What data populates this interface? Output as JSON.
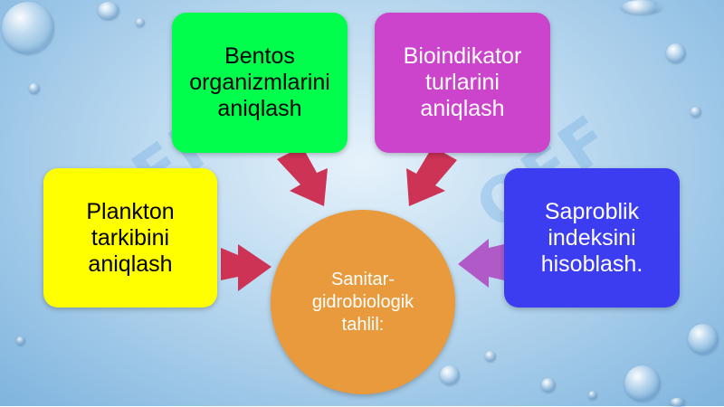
{
  "diagram": {
    "center": {
      "text": "Sanitar-\ngidrobiologik\ntahlil:",
      "color": "#e89a3c"
    },
    "boxes": [
      {
        "id": "plankton",
        "text": "Plankton\ntarkibini\naniqlash",
        "color": "#ffff00"
      },
      {
        "id": "bentos",
        "text": "Bentos\norganizmlarini\naniqlash",
        "color": "#00ff4c"
      },
      {
        "id": "bioindikator",
        "text": "Bioindikator\nturlarini\naniqlash",
        "color": "#cc44cc"
      },
      {
        "id": "saproblik",
        "text": "Saproblik\nindeksini\nhisoblash.",
        "color": "#3c3cf0"
      }
    ],
    "arrow_colors": {
      "plankton": "#cc3355",
      "bentos": "#cc3355",
      "bioindikator": "#cc3355",
      "saproblik": "#b05ac8"
    }
  },
  "watermark": "OFF"
}
